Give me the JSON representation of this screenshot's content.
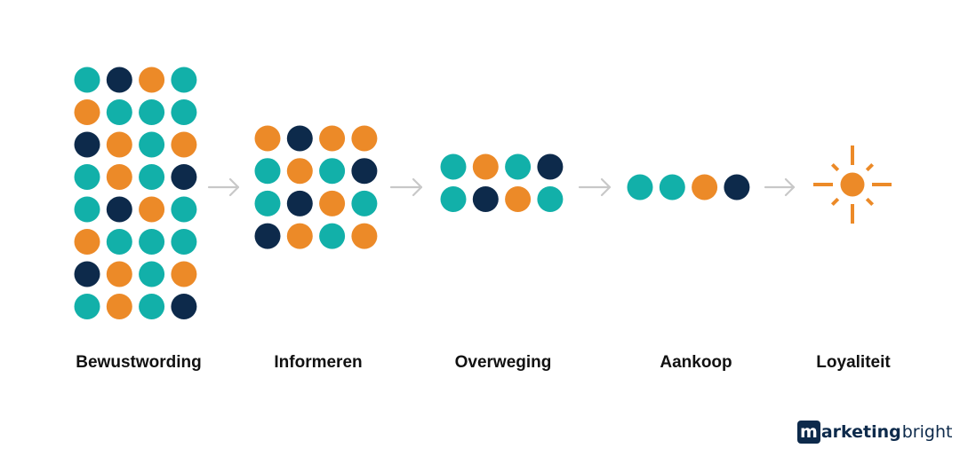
{
  "colors": {
    "teal": "#12b0a9",
    "navy": "#0d2a4b",
    "orange": "#ec8a28",
    "arrow": "#c8c8c8",
    "label": "#111111"
  },
  "stages": [
    {
      "label": "Bewustwording",
      "dot_rows": [
        [
          "teal",
          "navy",
          "orange",
          "teal"
        ],
        [
          "orange",
          "teal",
          "teal",
          "teal"
        ],
        [
          "navy",
          "orange",
          "teal",
          "orange"
        ],
        [
          "teal",
          "orange",
          "teal",
          "navy"
        ],
        [
          "teal",
          "navy",
          "orange",
          "teal"
        ],
        [
          "orange",
          "teal",
          "teal",
          "teal"
        ],
        [
          "navy",
          "orange",
          "teal",
          "orange"
        ],
        [
          "teal",
          "orange",
          "teal",
          "navy"
        ]
      ]
    },
    {
      "label": "Informeren",
      "dot_rows": [
        [
          "orange",
          "navy",
          "orange",
          "orange"
        ],
        [
          "teal",
          "orange",
          "teal",
          "navy"
        ],
        [
          "teal",
          "navy",
          "orange",
          "teal"
        ],
        [
          "navy",
          "orange",
          "teal",
          "orange"
        ]
      ]
    },
    {
      "label": "Overweging",
      "dot_rows": [
        [
          "teal",
          "orange",
          "teal",
          "navy"
        ],
        [
          "teal",
          "navy",
          "orange",
          "teal"
        ]
      ]
    },
    {
      "label": "Aankoop",
      "dot_rows": [
        [
          "teal",
          "teal",
          "orange",
          "navy"
        ]
      ]
    },
    {
      "label": "Loyaliteit",
      "icon": "sun-icon"
    }
  ],
  "logo": {
    "badge": "m",
    "strong": "arketing",
    "light": "bright"
  }
}
